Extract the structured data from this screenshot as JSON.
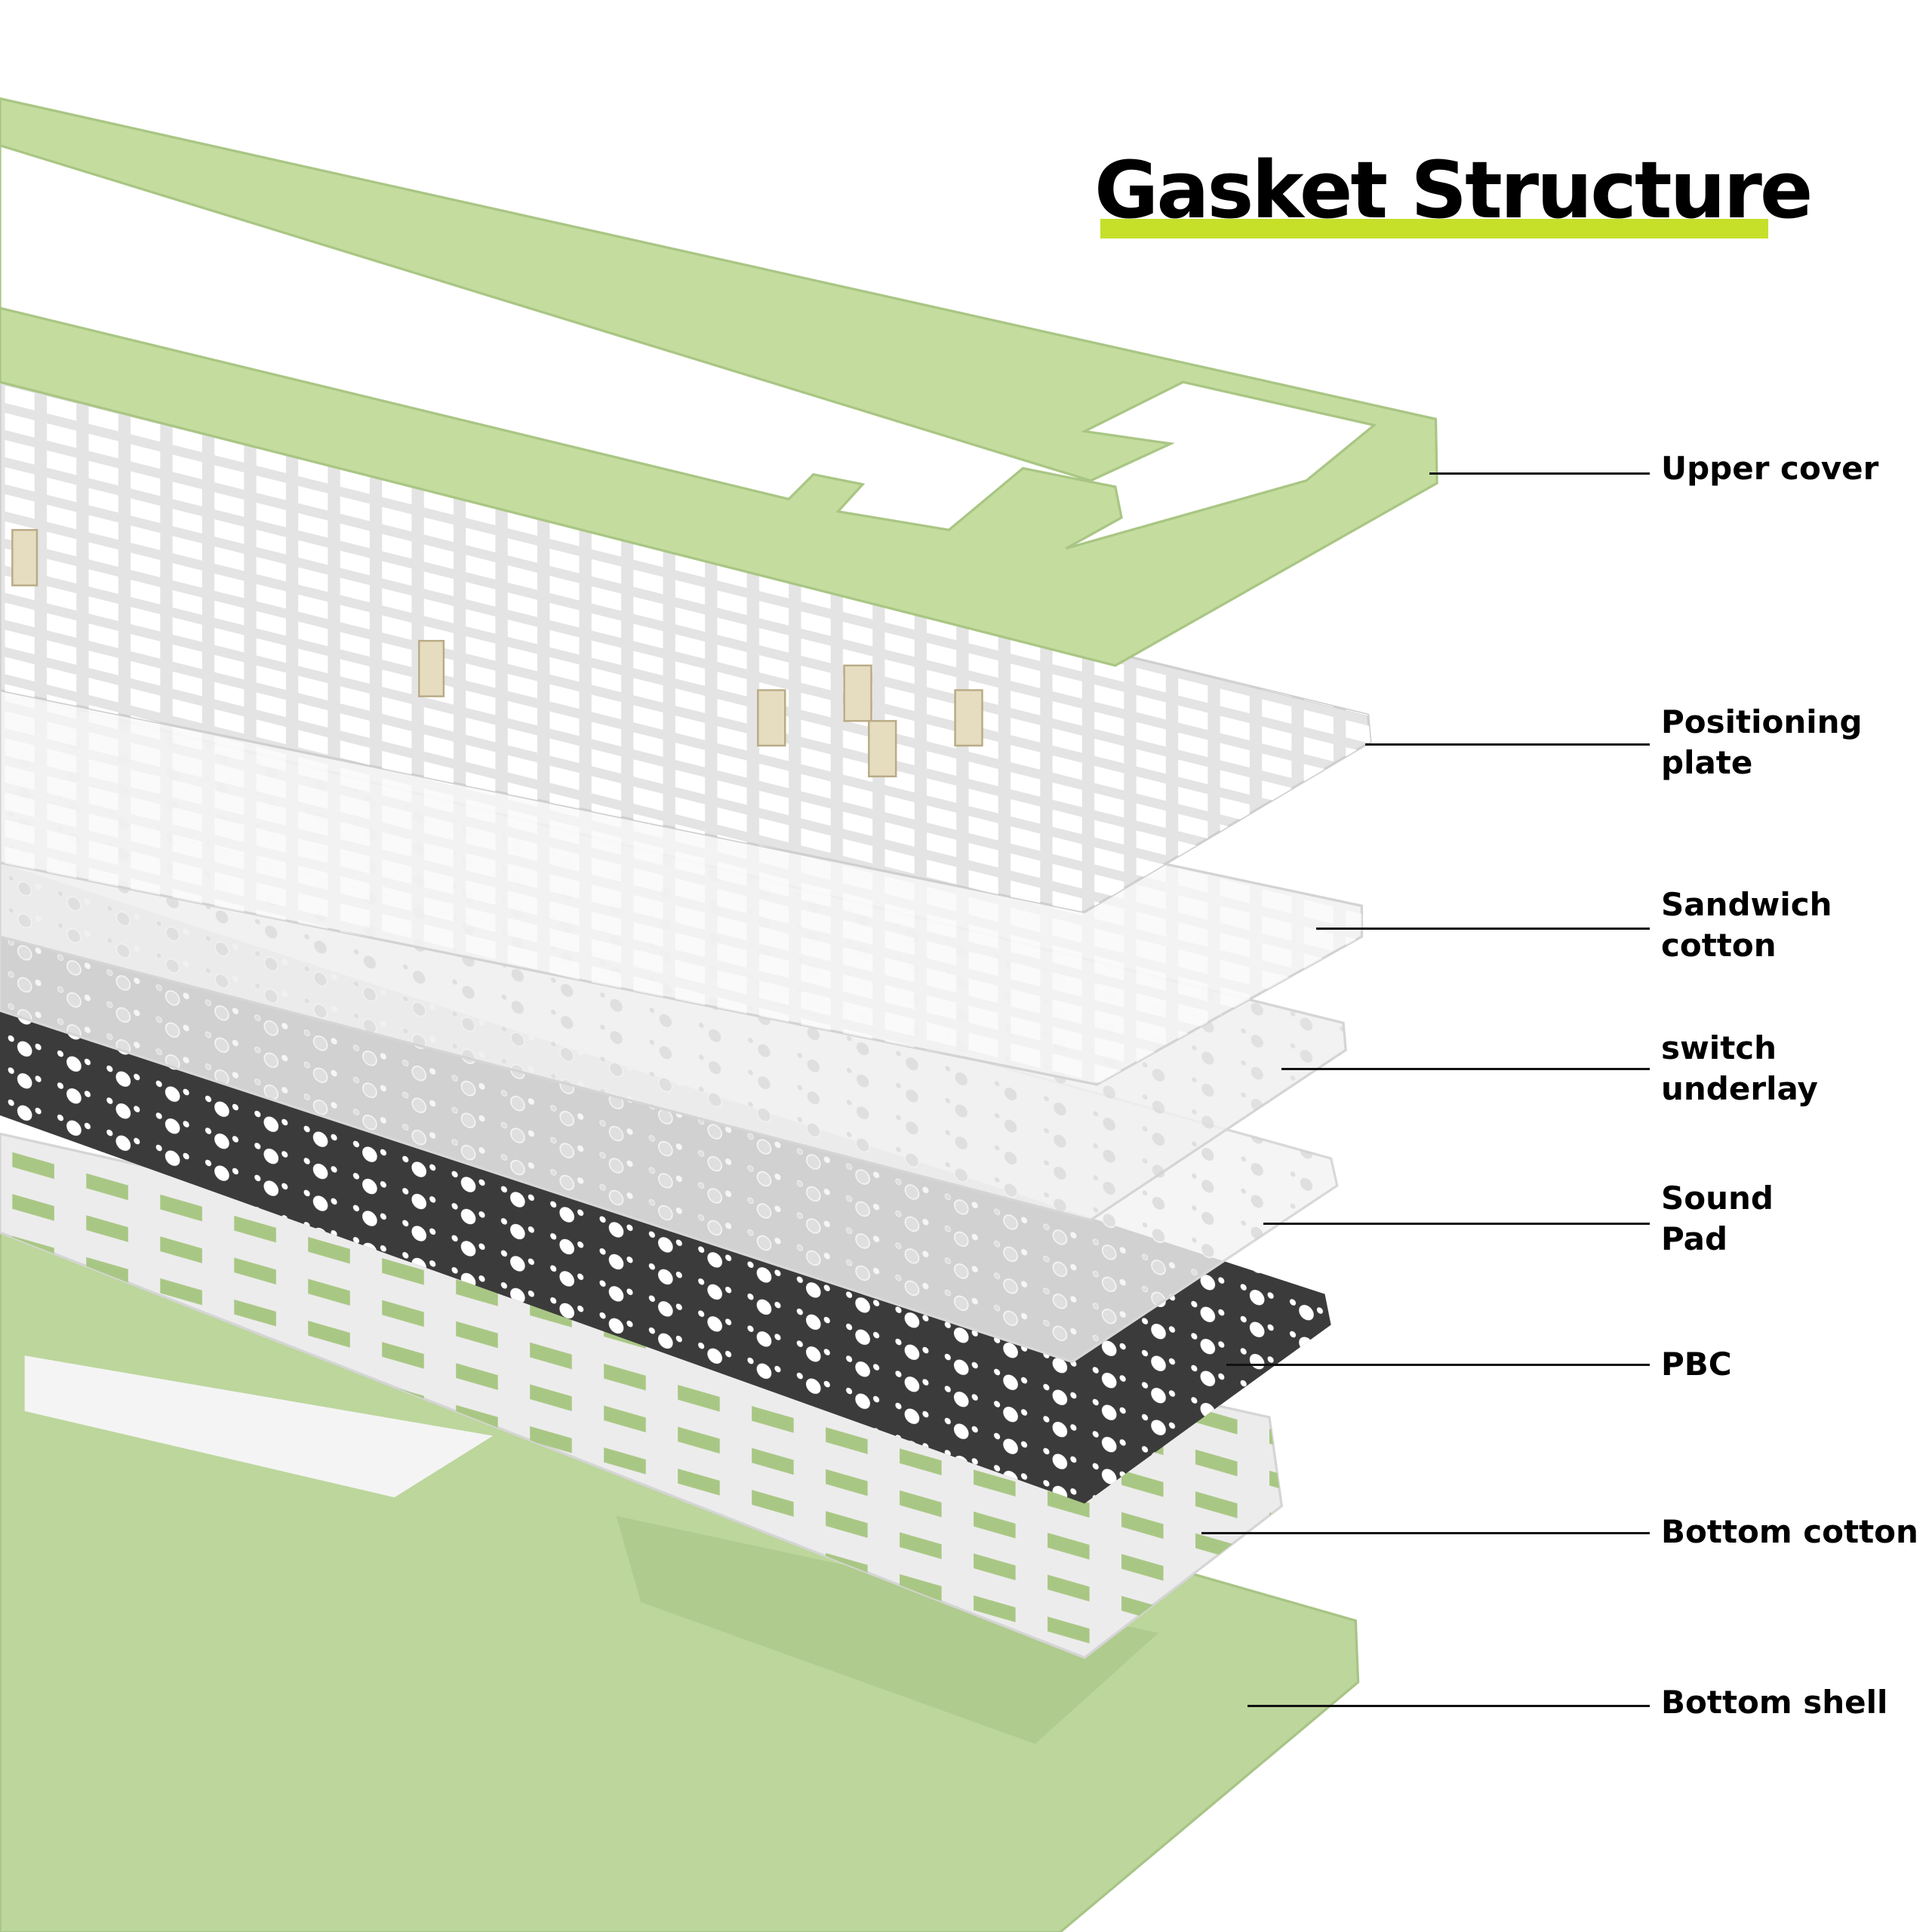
{
  "title": "Gasket Structure",
  "colors": {
    "accent_underline": "#c6e02a",
    "shell_green": "#bcd69c",
    "pcb": "#3b3b3b"
  },
  "labels": [
    {
      "line1": "Upper cover",
      "line2": ""
    },
    {
      "line1": "Positioning",
      "line2": "plate"
    },
    {
      "line1": "Sandwich",
      "line2": "cotton"
    },
    {
      "line1": "switch",
      "line2": "underlay"
    },
    {
      "line1": "Sound",
      "line2": "Pad"
    },
    {
      "line1": "PBC",
      "line2": ""
    },
    {
      "line1": "Bottom cotton",
      "line2": ""
    },
    {
      "line1": "Bottom shell",
      "line2": ""
    }
  ]
}
